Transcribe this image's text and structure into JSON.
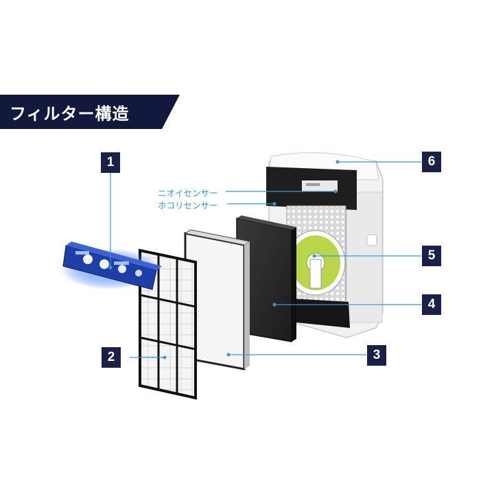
{
  "title": "フィルター構造",
  "colors": {
    "banner": "#12193d",
    "badge": "#1a2149",
    "leader_line": "#3a97db",
    "sensor_text": "#3a97db",
    "blue_glow": "#2f6cf0",
    "green_filter": "#b9d64a"
  },
  "labels": {
    "n1": "1",
    "n2": "2",
    "n3": "3",
    "n4": "4",
    "n5": "5",
    "n6": "6"
  },
  "sensors": {
    "odor": "ニオイセンサー",
    "dust": "ホコリセンサー"
  }
}
